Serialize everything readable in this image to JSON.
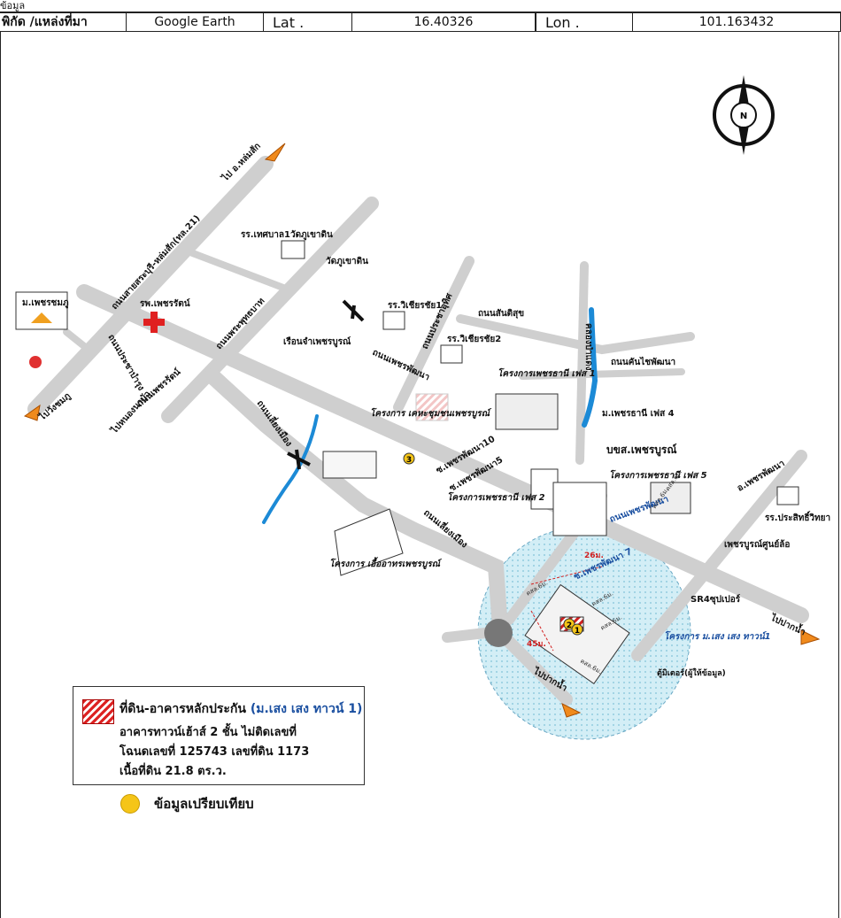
{
  "header": {
    "coord_source_label": "พิกัด /แหล่งที่มา",
    "coord_source_value": "Google Earth",
    "lat_label": "Lat .",
    "lat_value": "16.40326",
    "lon_label": "Lon .",
    "lon_value": "101.163432",
    "top_strip_text": "ข้อมูล"
  },
  "compass": {
    "north_label": "N"
  },
  "map_labels": {
    "to_lomsak": "ไป อ.หล่มสัก",
    "road_saraburi_lomsak": "ถนนสายสระบุรี-หล่มสัก(ทล.21)",
    "school_khaotin": "รร.เทศบาล1วัดภูเขาดิน",
    "temple_khaotin": "วัดภูเขาดิน",
    "housing_phetchamoo": "ม.เพชรชมภู",
    "hospital_phetcharat": "รพ.เพชรรัตน์",
    "road_phraputtabat": "ถนนพระพุทธบาท",
    "prison_phetchabun": "เรือนจำเพชรบูรณ์",
    "school_wichianchai1": "รร.วิเชียรชัย1",
    "school_wichianchai2": "รร.วิเชียรชัย2",
    "road_prachabamrung": "ถนนประชาบำรุง",
    "road_santisuk": "ถนนสันติสุข",
    "road_phetprachauthit": "ถนนประชาอุทิศ",
    "road_phetcharat": "ถนนเพชรรัตน์",
    "to_bueng": "ไปหนองนาบัว",
    "to_bangmun": "ไปวังชมภู",
    "road_phetphatthana": "ถนนเพชรพัฒนา",
    "road_loekmueang": "ถนนเลี่ยงเมือง",
    "road_loekmueang2": "ถนนเลี่ยงเมือง",
    "canal_name": "คลองป่าแดง",
    "road_talad": "ถนนคันไชพัฒนา",
    "proj_phet1": "โครงการเพชรธานี เฟส 1",
    "proj_phet2": "โครงการเพชรธานี เฟส 2",
    "proj_phet3": "โครงการเพชรธานี เฟส 2",
    "proj_phet4": "ม.เพชรธานี เฟส 4",
    "proj_phet5": "โครงการเพชรธานี เฟส 5",
    "proj_market": "โครงการ เคหะชุมชนเพชรบูรณ์",
    "proj_food": "โครงการ เอื้ออาทรเพชรบูรณ์",
    "soi_phet10": "ซ.เพชรพัฒนา10",
    "soi_phet5": "ซ.เพชรพัฒนา5",
    "soi_phet7": "ซ.เพชรพัฒนา 7",
    "bor_kor_sor": "บขส.เพชรบูรณ์",
    "road_phetphatthana2": "ถนนเพชรพัฒนา",
    "road_amphoe": "อ.เพชรพัฒนา",
    "school_prasit": "รร.ประสิทธิ์วิทยา",
    "mall_phetchabun": "เพชรบูรณ์ศูนย์ล้อ",
    "sr4_super": "SR4ซุปเปอร์",
    "to_paknam1": "ไปปากน้ำ",
    "to_paknam2": "ไปปากน้ำ",
    "seng_project": "โครงการ ม.เสง เสง ทาวน์1",
    "meter_box": "ตู้มิเตอร์(ผู้ให้ข้อมูล)",
    "dist_26": "26ม.",
    "dist_45": "45ม.",
    "road_width1": "คสล.6ม.",
    "road_width2": "คสล.6ม.",
    "road_width3": "คสล.6ม.",
    "road_width4": "คสล.6ม.",
    "road_width5": "คสล.6ม.",
    "road_width6": "คสล.6ม.",
    "marker1": "1",
    "marker2": "2",
    "marker3": "3"
  },
  "legend": {
    "title_prefix": "ที่ดิน-อาคารหลักประกัน",
    "title_project": "(ม.เสง เสง ทาวน์ 1)",
    "line2": "อาคารทาวน์เฮ้าส์ 2 ชั้น ไม่ติดเลขที่",
    "line3": "โฉนดเลขที่ 125743 เลขที่ดิน 1173",
    "line4": "เนื้อที่ดิน 21.8 ตร.ว.",
    "comparison_label": "ข้อมูลเปรียบเทียบ"
  },
  "colors": {
    "road": "#cfcfcf",
    "arrow": "#f08a1c",
    "canal": "#1c8ad6",
    "highlight_zone": "#bfe3ee",
    "collateral": "#d22020",
    "comparison": "#f5c518"
  }
}
